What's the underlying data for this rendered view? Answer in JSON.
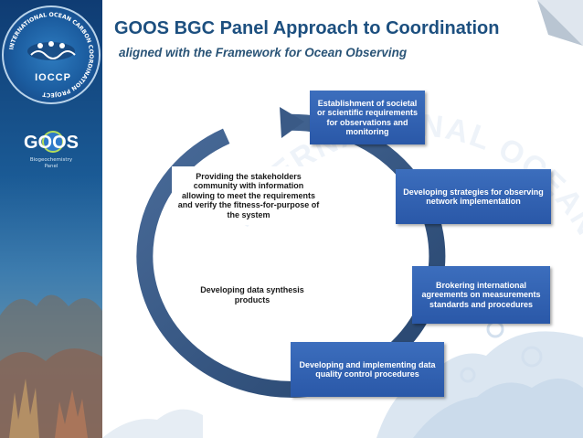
{
  "header": {
    "title": "GOOS BGC Panel Approach to Coordination",
    "subtitle": "aligned with the Framework for Ocean Observing"
  },
  "sidebar": {
    "logo_text": "IOCCP",
    "logo_ring_text": "INTERNATIONAL OCEAN CARBON COORDINATION PROJECT",
    "goos_logo_text": "GOOS",
    "goos_caption": "Biogeochemistry Panel"
  },
  "watermark": {
    "text": "INTERNATIONAL OCEAN CARBON COORDINATION"
  },
  "cycle": {
    "steps": [
      {
        "text": "Establishment of societal or scientific requirements for observations and monitoring"
      },
      {
        "text": "Developing strategies for observing network implementation"
      },
      {
        "text": "Brokering international agreements on measurements standards and procedures"
      },
      {
        "text": "Developing and implementing data quality control procedures"
      },
      {
        "text": "Developing data synthesis products"
      },
      {
        "text": "Providing the stakeholders community with information allowing to meet the requirements and verify the fitness-for-purpose of the system"
      }
    ]
  },
  "colors": {
    "title": "#1c4f7f",
    "box_blue": "#2f5fae",
    "ring": "#3a5a86",
    "sidebar": "#1a5a95"
  }
}
